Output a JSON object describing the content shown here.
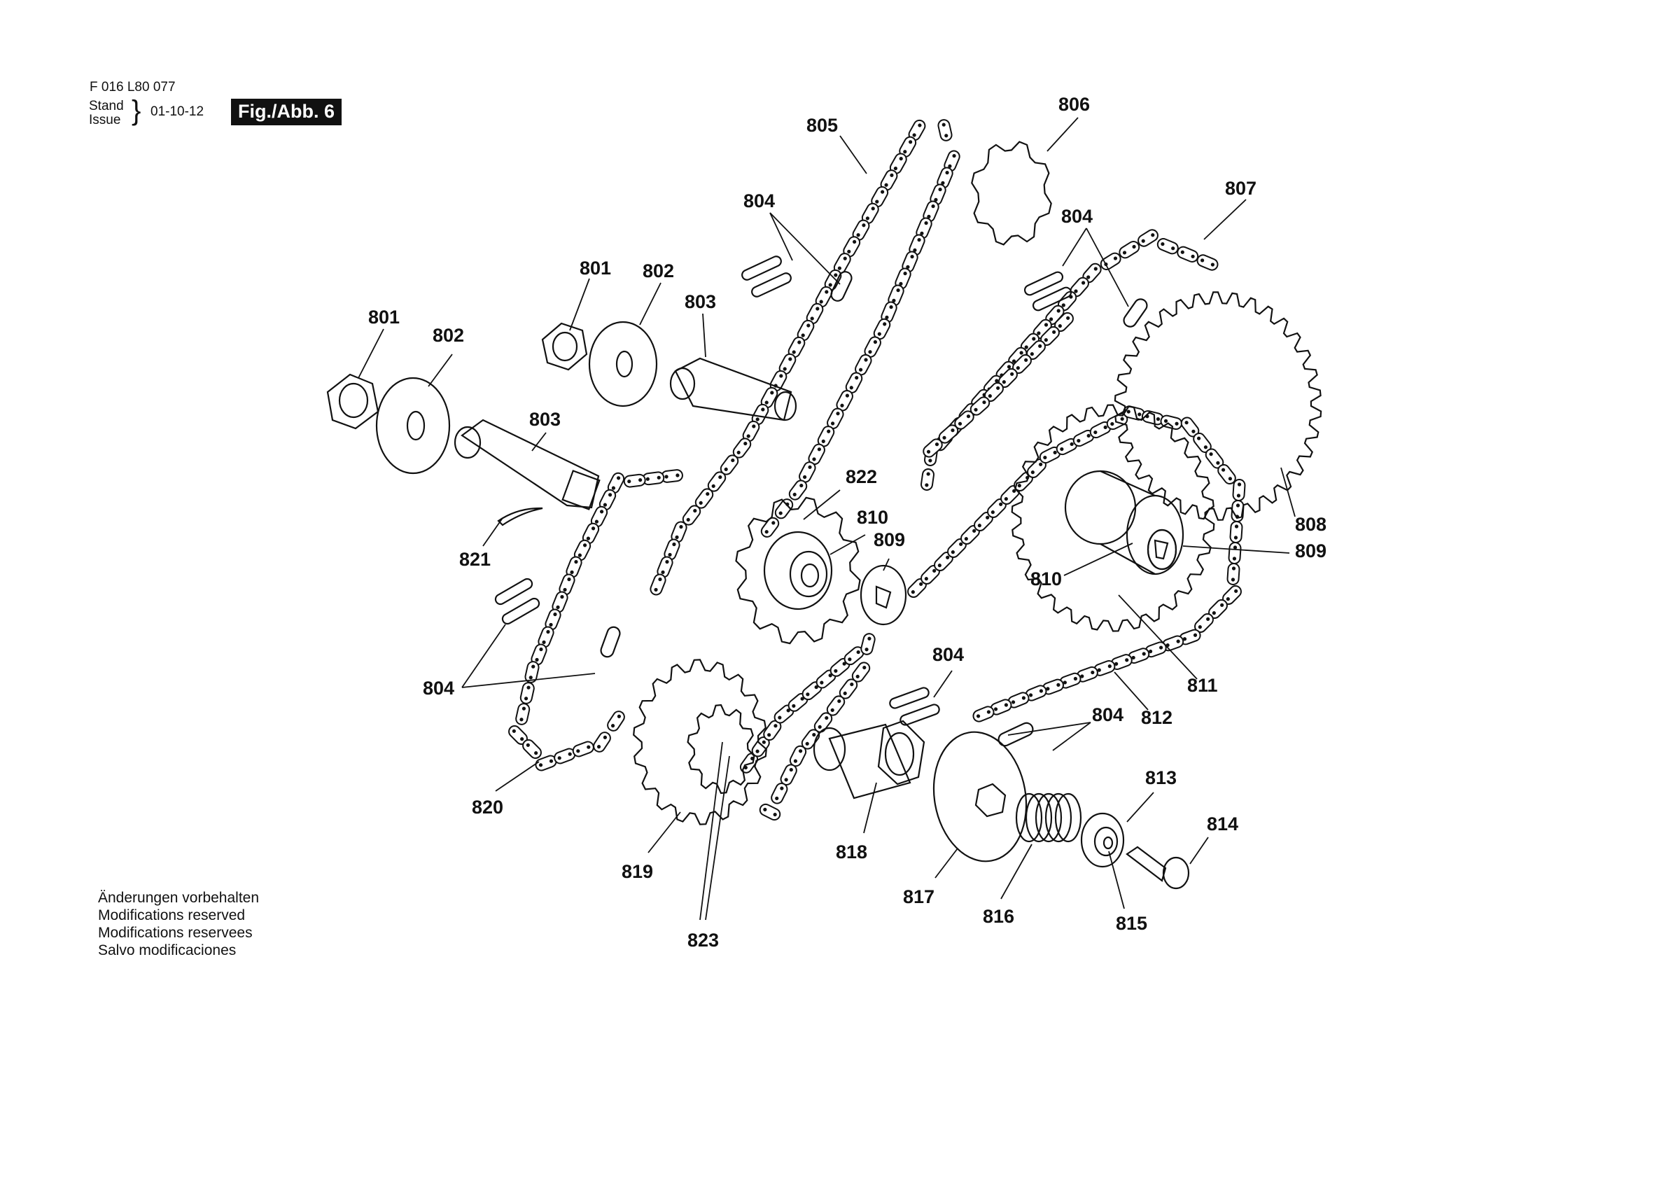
{
  "header": {
    "doc_number": "F 016 L80 077",
    "stand": "Stand",
    "issue": "Issue",
    "date": "01-10-12",
    "figure": "Fig./Abb. 6"
  },
  "footer": [
    "Änderungen vorbehalten",
    "Modifications reserved",
    "Modifications reservees",
    "Salvo modificaciones"
  ],
  "callouts": [
    {
      "id": "c805",
      "text": "805"
    },
    {
      "id": "c806",
      "text": "806"
    },
    {
      "id": "c804a",
      "text": "804"
    },
    {
      "id": "c807",
      "text": "807"
    },
    {
      "id": "c804b",
      "text": "804"
    },
    {
      "id": "c801a",
      "text": "801"
    },
    {
      "id": "c802a",
      "text": "802"
    },
    {
      "id": "c803a",
      "text": "803"
    },
    {
      "id": "c801b",
      "text": "801"
    },
    {
      "id": "c802b",
      "text": "802"
    },
    {
      "id": "c803b",
      "text": "803"
    },
    {
      "id": "c822",
      "text": "822"
    },
    {
      "id": "c810a",
      "text": "810"
    },
    {
      "id": "c809a",
      "text": "809"
    },
    {
      "id": "c821",
      "text": "821"
    },
    {
      "id": "c808",
      "text": "808"
    },
    {
      "id": "c809b",
      "text": "809"
    },
    {
      "id": "c810b",
      "text": "810"
    },
    {
      "id": "c804c",
      "text": "804"
    },
    {
      "id": "c811",
      "text": "811"
    },
    {
      "id": "c804d",
      "text": "804"
    },
    {
      "id": "c804e",
      "text": "804"
    },
    {
      "id": "c812",
      "text": "812"
    },
    {
      "id": "c813",
      "text": "813"
    },
    {
      "id": "c814",
      "text": "814"
    },
    {
      "id": "c820",
      "text": "820"
    },
    {
      "id": "c818",
      "text": "818"
    },
    {
      "id": "c819",
      "text": "819"
    },
    {
      "id": "c817",
      "text": "817"
    },
    {
      "id": "c816",
      "text": "816"
    },
    {
      "id": "c815",
      "text": "815"
    },
    {
      "id": "c823",
      "text": "823"
    }
  ]
}
